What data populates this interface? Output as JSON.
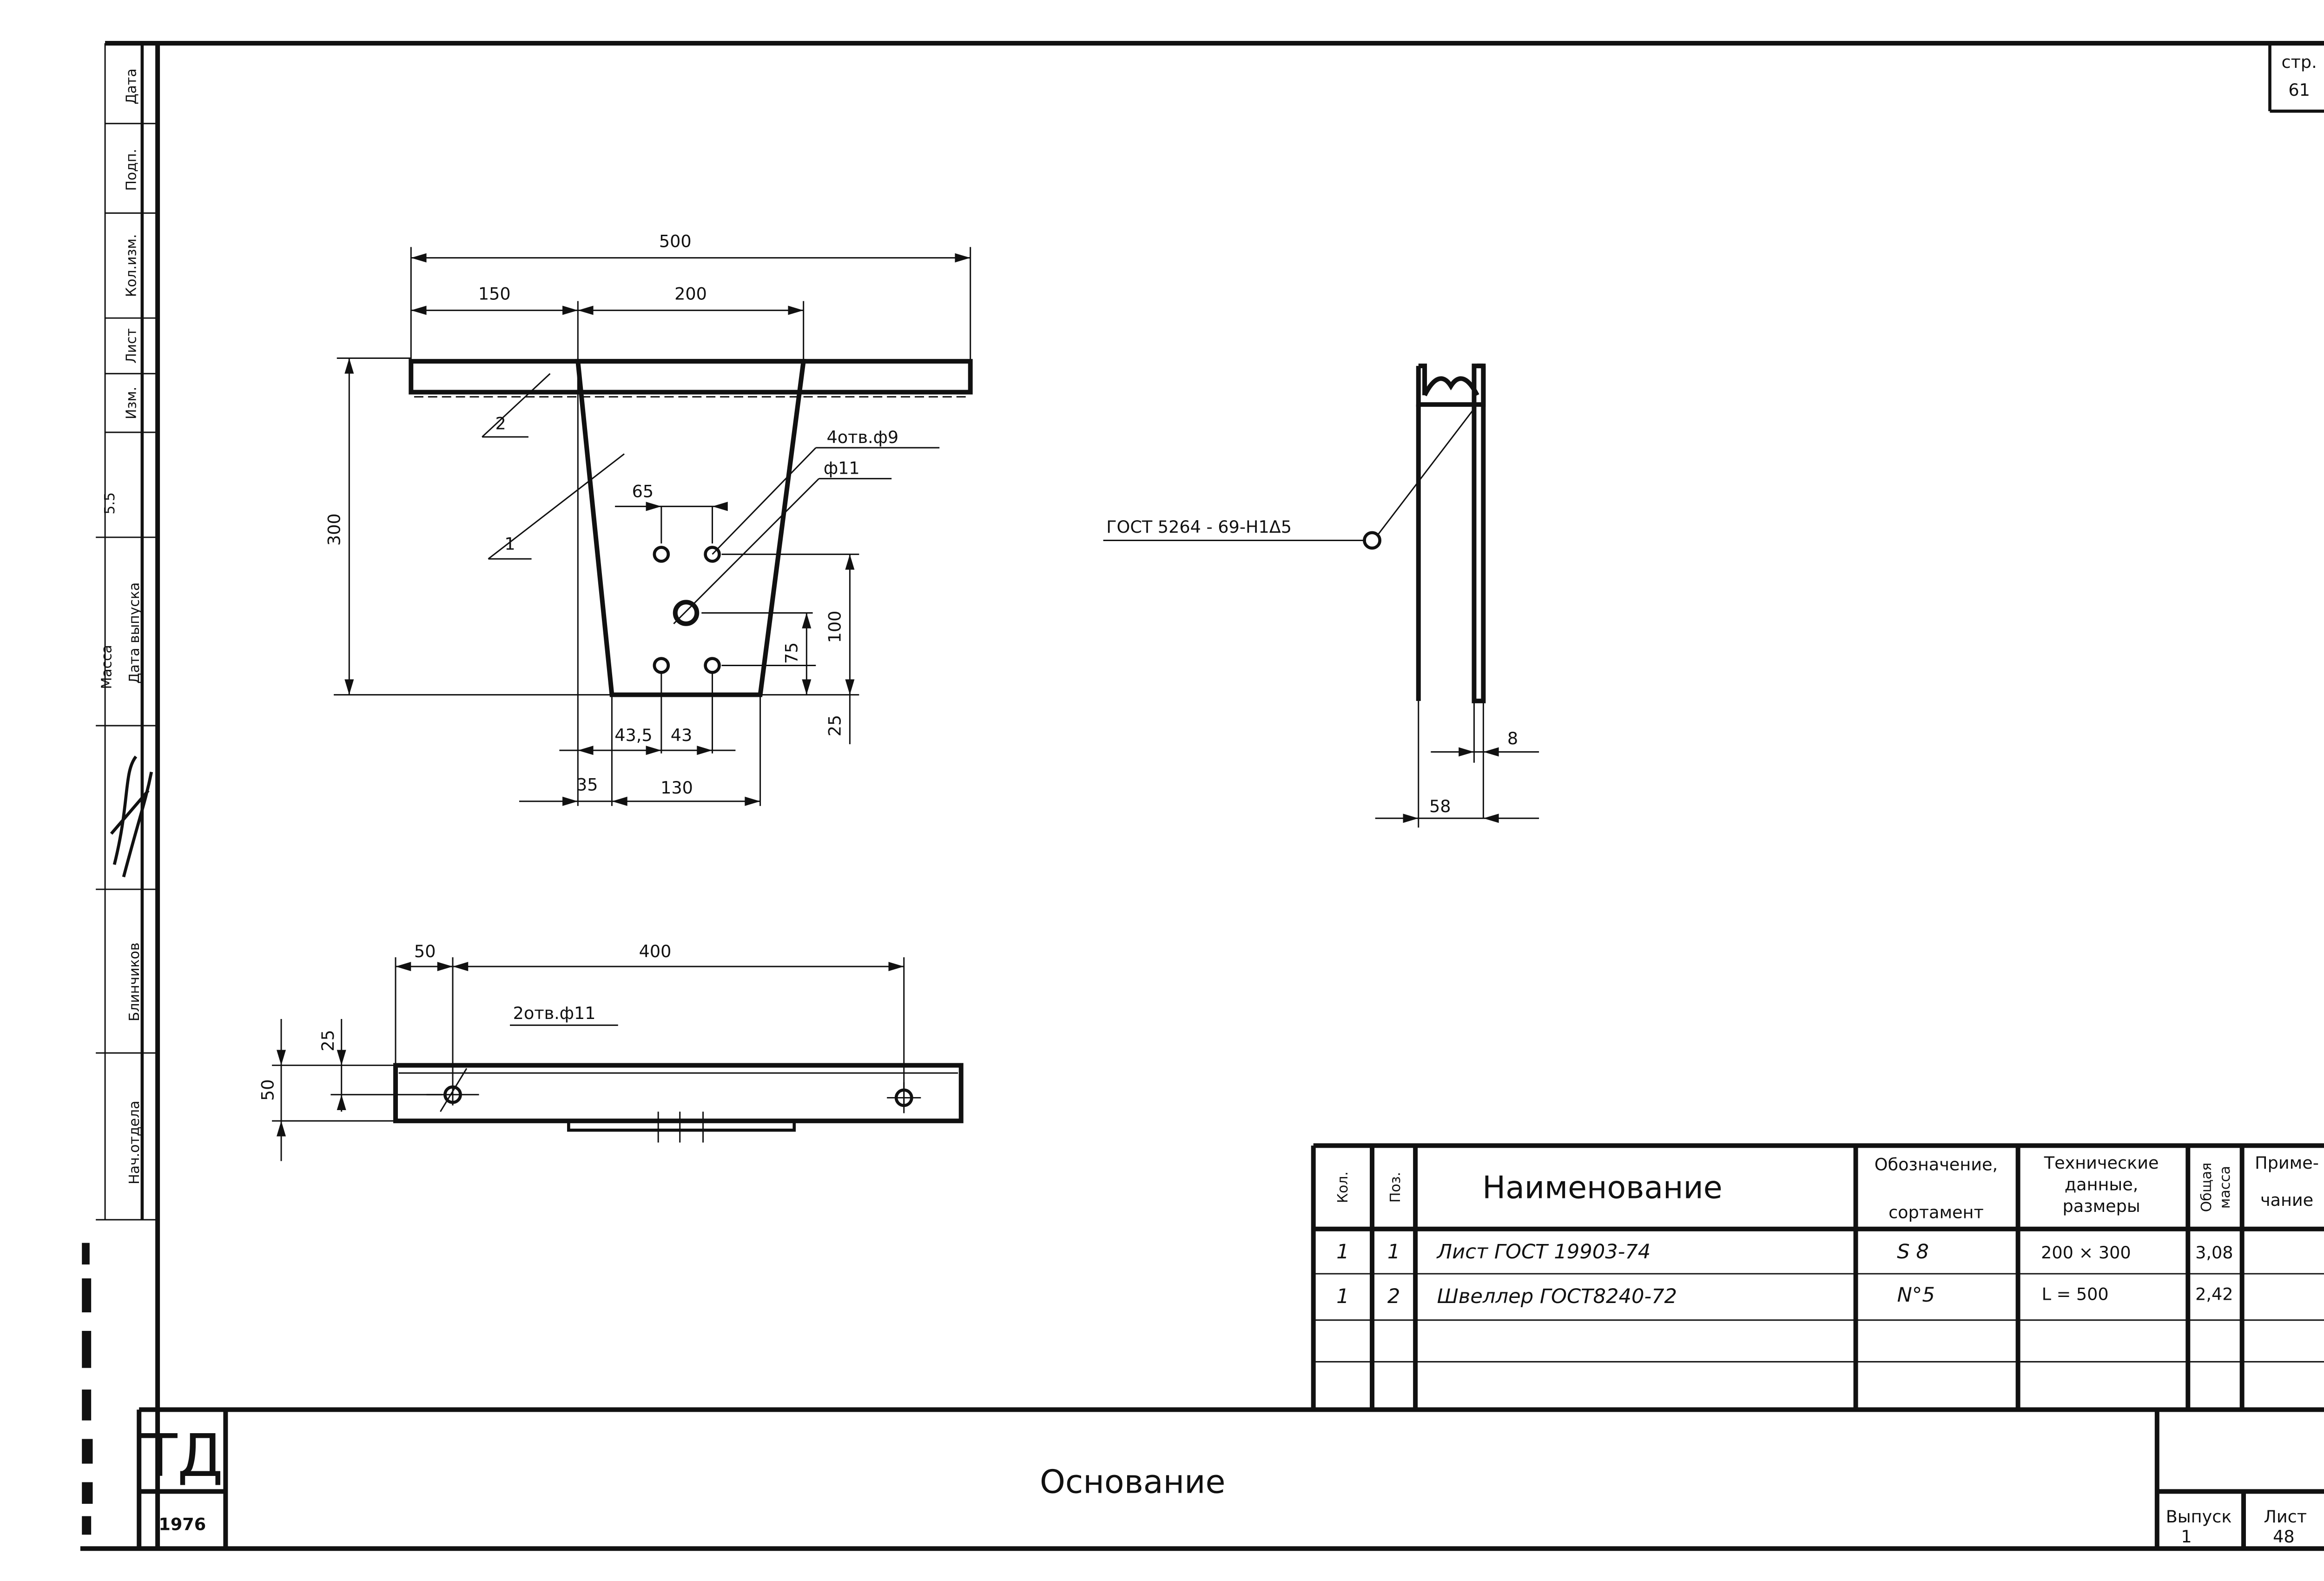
{
  "corner": {
    "page_label": "стр.",
    "page_number": "61"
  },
  "left_strip": {
    "cells": [
      "Дата",
      "Подп.",
      "Кол.изм.",
      "Лист",
      "Изм."
    ],
    "sheet_value": "5.5",
    "mass_label": "Масса",
    "release_date_label": "Дата выпуска",
    "person_surname": "Блинчиков",
    "dept_head_label": "Нач.отдела"
  },
  "plan_view": {
    "dim_overall": "500",
    "dim_left": "150",
    "dim_top": "200",
    "dim_height": "300",
    "dim_hole_spacing": "65",
    "callout_small_holes": "4отв.ф9",
    "callout_center_hole": "ф11",
    "pos_label_1": "1",
    "pos_label_2": "2",
    "dim_100": "100",
    "dim_75": "75",
    "dim_25": "25",
    "dim_43_5": "43,5",
    "dim_43": "43",
    "dim_35": "35",
    "dim_130": "130"
  },
  "side_view": {
    "weld_note": "ГОСТ 5264 - 69-Н1Δ5",
    "dim_8": "8",
    "dim_58": "58"
  },
  "channel_view": {
    "dim_50_top": "50",
    "dim_400": "400",
    "holes_label": "2отв.ф11",
    "dim_25": "25",
    "dim_50_side": "50"
  },
  "spec_table": {
    "headers": {
      "qty": "Кол.",
      "pos": "Поз.",
      "name": "Наименование",
      "designation_line1": "Обозначение,",
      "designation_line2": "сортамент",
      "tech_line1": "Технические",
      "tech_line2": "данные,",
      "tech_line3": "размеры",
      "mass_line1": "Общая",
      "mass_line2": "масса",
      "note_line1": "Приме-",
      "note_line2": "чание"
    },
    "rows": [
      {
        "qty": "1",
        "pos": "1",
        "name": "Лист ГОСТ 19903-74",
        "designation": "S 8",
        "tech": "200 × 300",
        "mass": "3,08",
        "note": ""
      },
      {
        "qty": "1",
        "pos": "2",
        "name": "Швеллер ГОСТ8240-72",
        "designation": "N°5",
        "tech": "L = 500",
        "mass": "2,42",
        "note": ""
      }
    ]
  },
  "title_block": {
    "logo": "ТД",
    "year": "1976",
    "title": "Основание",
    "issue_label": "Выпуск",
    "issue_value": "1",
    "sheet_label": "Лист",
    "sheet_value": "48"
  }
}
